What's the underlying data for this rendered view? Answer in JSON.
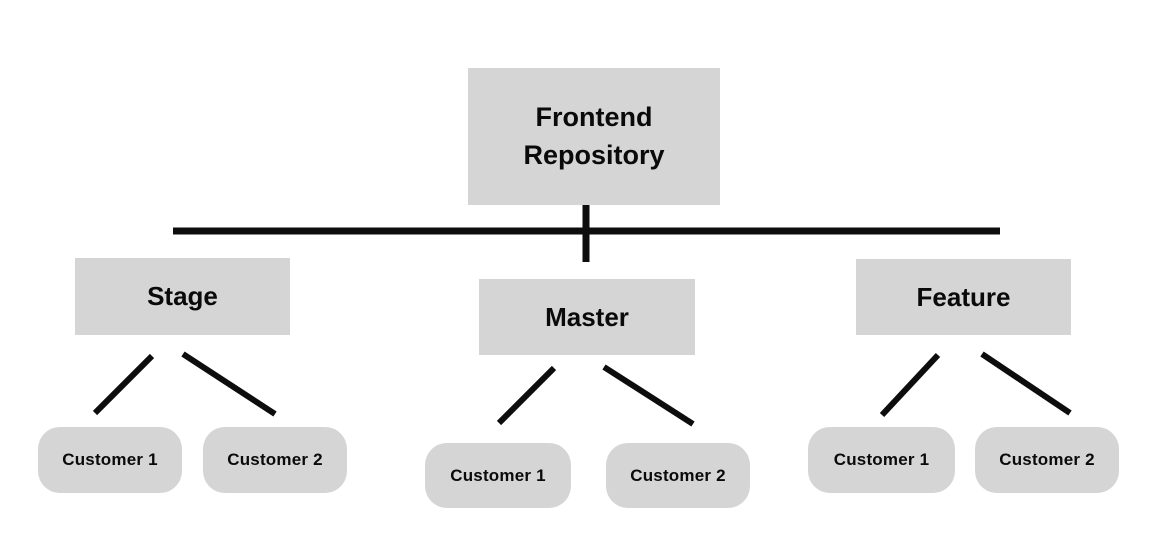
{
  "diagram": {
    "root": {
      "label": "Frontend Repository"
    },
    "branches": [
      {
        "label": "Stage",
        "children": [
          {
            "label": "Customer 1"
          },
          {
            "label": "Customer 2"
          }
        ]
      },
      {
        "label": "Master",
        "children": [
          {
            "label": "Customer 1"
          },
          {
            "label": "Customer 2"
          }
        ]
      },
      {
        "label": "Feature",
        "children": [
          {
            "label": "Customer 1"
          },
          {
            "label": "Customer 2"
          }
        ]
      }
    ],
    "colors": {
      "node_fill": "#d5d5d5",
      "text": "#0a0a0a",
      "line": "#0d0d0d",
      "background": "#ffffff"
    }
  }
}
